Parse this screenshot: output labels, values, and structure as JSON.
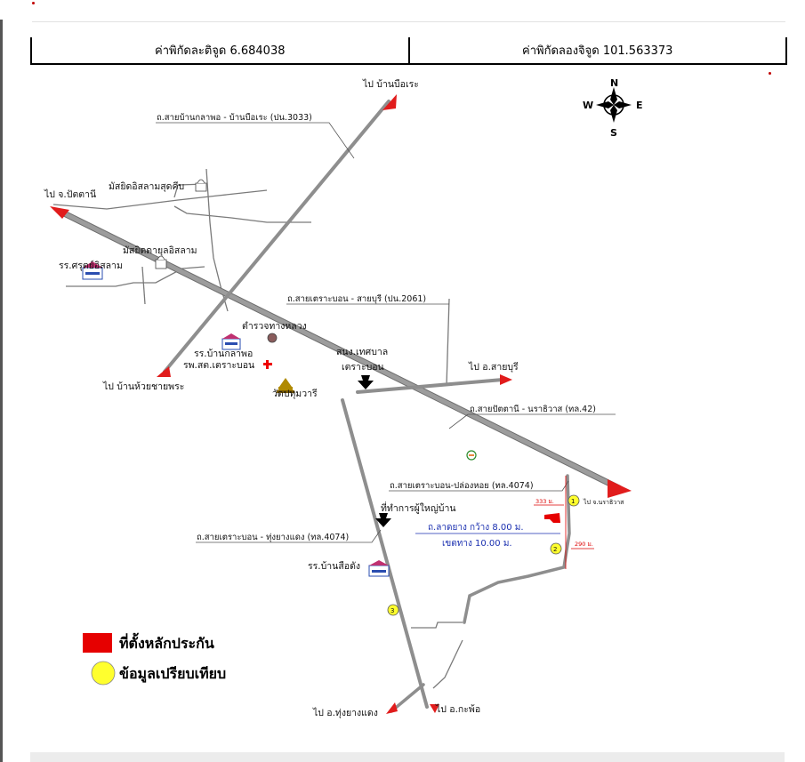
{
  "coords": {
    "latitude": "ค่าพิกัดละติจูด 6.684038",
    "longitude": "ค่าพิกัดลองจิจูด 101.563373"
  },
  "compass": {
    "n": "N",
    "s": "S",
    "e": "E",
    "w": "W"
  },
  "places": {
    "to_ban_bi_re": "ไป บ้านบือเระ",
    "to_pattani": "ไป จ.ปัตตานี",
    "to_ban_huai_chai_phra": "ไป บ้านห้วยชายพระ",
    "to_sai_buri": "ไป อ.สายบุรี",
    "to_narathiwat": "ไป จ.นราธิวาส",
    "to_thung_yang_daeng": "ไป อ.ทุ่งยางแดง",
    "to_kapho": "ไป อ.กะพ้อ",
    "mosque_1": "มัสยิดอิสลามสุดคีบ",
    "mosque_2": "มัสยิดดายุลอิสลาม",
    "school_1": "รร.ศรุตย์อิสลาม",
    "police": "ตำรวจทางหลวง",
    "school_2": "รร.บ้านกลาพอ",
    "hospital": "รพ.สต.เตราะบอน",
    "temple": "วัดปทุมวารี",
    "municipality_1": "สนง.เทศบาล",
    "municipality_2": "เตราะบอน",
    "village_office": "ที่ทำการผู้ใหญ่บ้าน",
    "school_3": "รร.บ้านสือดัง"
  },
  "roads": {
    "r3033": "ถ.สายบ้านกลาพอ - บ้านบือเระ (ปน.3033)",
    "r2061": "ถ.สายเตราะบอน - สายบุรี (ปน.2061)",
    "r42": "ถ.สายปัตตานี - นราธิวาส (ทล.42)",
    "r4074_a": "ถ.สายเตราะบอน-ปล่องหอย (ทล.4074)",
    "r4074_b": "ถ.สายเตราะบอน - ทุ่งยางแดง (ทล.4074)"
  },
  "site": {
    "paved_width": "ถ.ลาดยาง กว้าง 8.00 ม.",
    "row_width": "เขตทาง 10.00 ม.",
    "dist_1": "333 ม.",
    "dist_2": "290 ม."
  },
  "markers": [
    "1",
    "2",
    "3"
  ],
  "legend": {
    "site_marker": "ที่ตั้งหลักประกัน",
    "comparison": "ข้อมูลเปรียบเทียบ"
  },
  "colors": {
    "road": "#9c9c9c",
    "road_edge": "#6e6e6e",
    "arrow": "#e11c1c",
    "marker": "#ffff2e",
    "site": "#e60000"
  }
}
